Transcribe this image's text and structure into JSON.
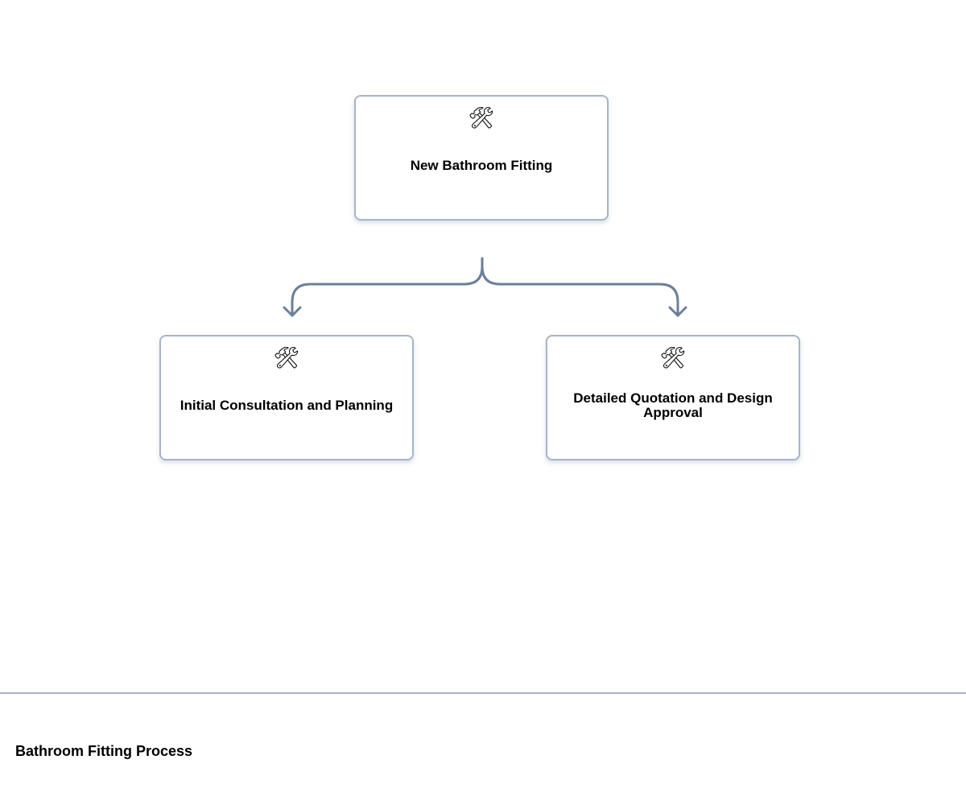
{
  "diagram": {
    "nodes": [
      {
        "id": "root",
        "icon": "hammer-and-wrench-icon",
        "glyph": "🛠",
        "label": "New Bathroom Fitting"
      },
      {
        "id": "left",
        "icon": "hammer-and-wrench-icon",
        "glyph": "🛠",
        "label": "Initial Consultation and Planning"
      },
      {
        "id": "right",
        "icon": "hammer-and-wrench-icon",
        "glyph": "🛠",
        "label": "Detailed Quotation and Design Approval"
      }
    ],
    "edges": [
      {
        "from": "root",
        "to": "left"
      },
      {
        "from": "root",
        "to": "right"
      }
    ],
    "colors": {
      "node_border": "#a8b4c8",
      "connector": "#6b7f99"
    }
  },
  "footer": {
    "title": "Bathroom Fitting Process"
  }
}
